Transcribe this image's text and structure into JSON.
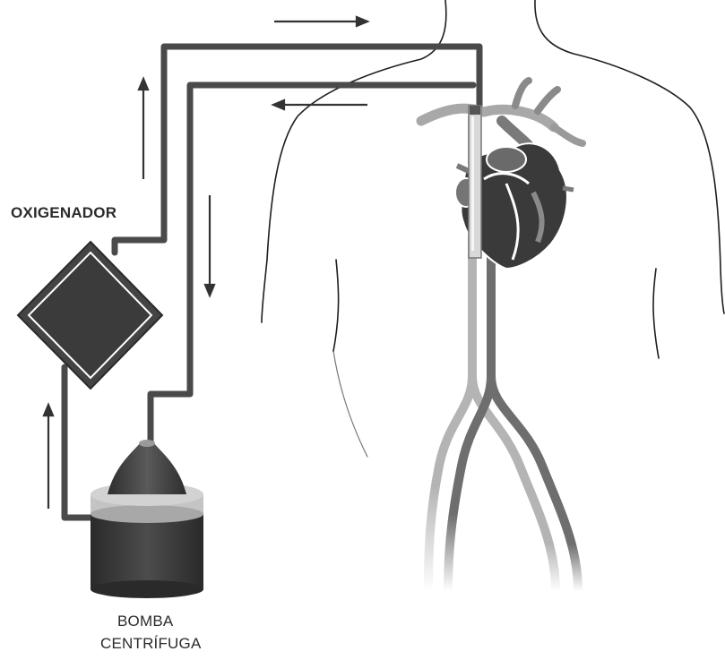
{
  "labels": {
    "oxygenator": "OXIGENADOR",
    "pump_line1": "BOMBA",
    "pump_line2": "CENTRÍFUGA"
  },
  "colors": {
    "tube": "#4a4a4a",
    "tube_highlight": "#9a9a9a",
    "artery": "#6e6e6e",
    "vein": "#b4b4b4",
    "heart_dark": "#3a3a3a",
    "heart_mid": "#707070",
    "body_outline": "#1e1e1e",
    "pump_dark": "#3c3c3c",
    "pump_light": "#bdbdbd"
  },
  "icons": {
    "flow_arrows": "arrow",
    "oxygenator": "diamond-oxygenator",
    "pump": "centrifugal-pump"
  }
}
